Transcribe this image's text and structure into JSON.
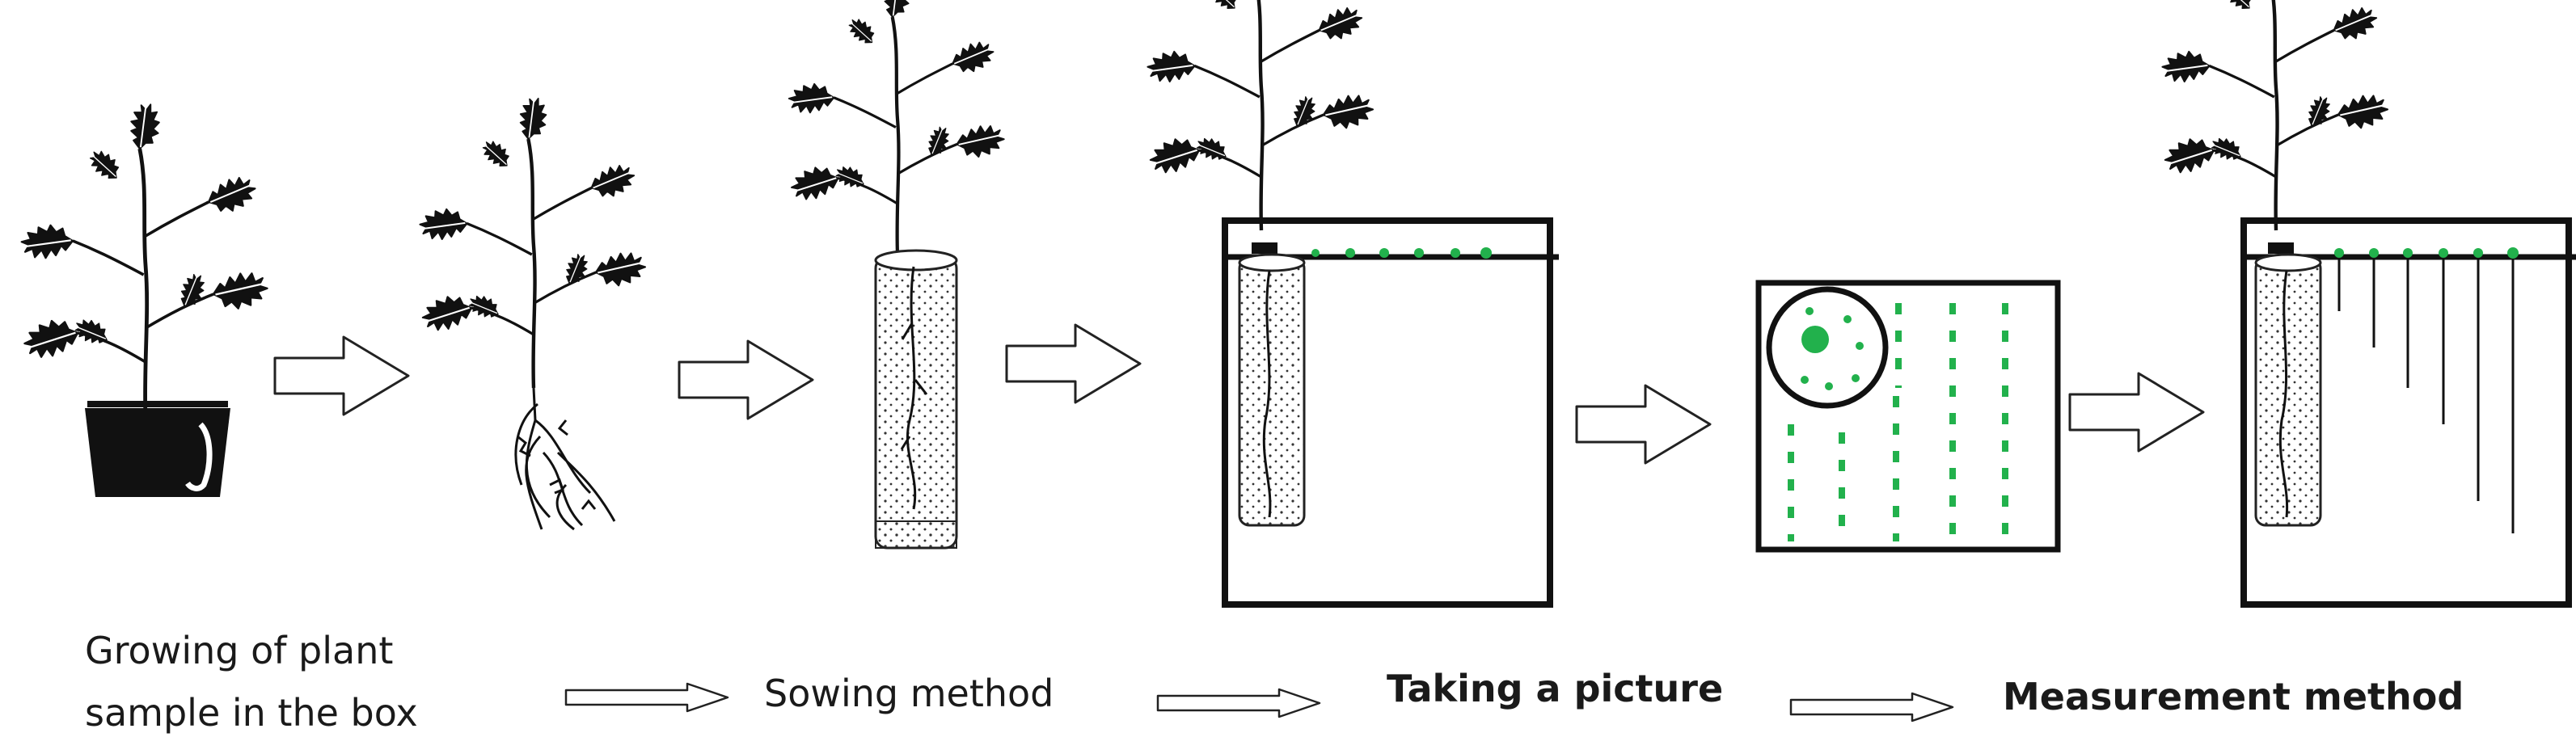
{
  "captions": {
    "step1_line1": "Growing of plant",
    "step1_line2": "sample in the box",
    "step2": "Sowing method",
    "step3": "Taking a picture",
    "step4": "Measurement method"
  },
  "colors": {
    "ink": "#111111",
    "seed_green": "#22b14c",
    "background": "#ffffff"
  },
  "icons": [
    "potted-plant-icon",
    "uprooted-plant-icon",
    "tube-plant-icon",
    "box-setup-icon",
    "photo-frame-icon",
    "measurement-box-icon",
    "flow-arrow-icon"
  ]
}
